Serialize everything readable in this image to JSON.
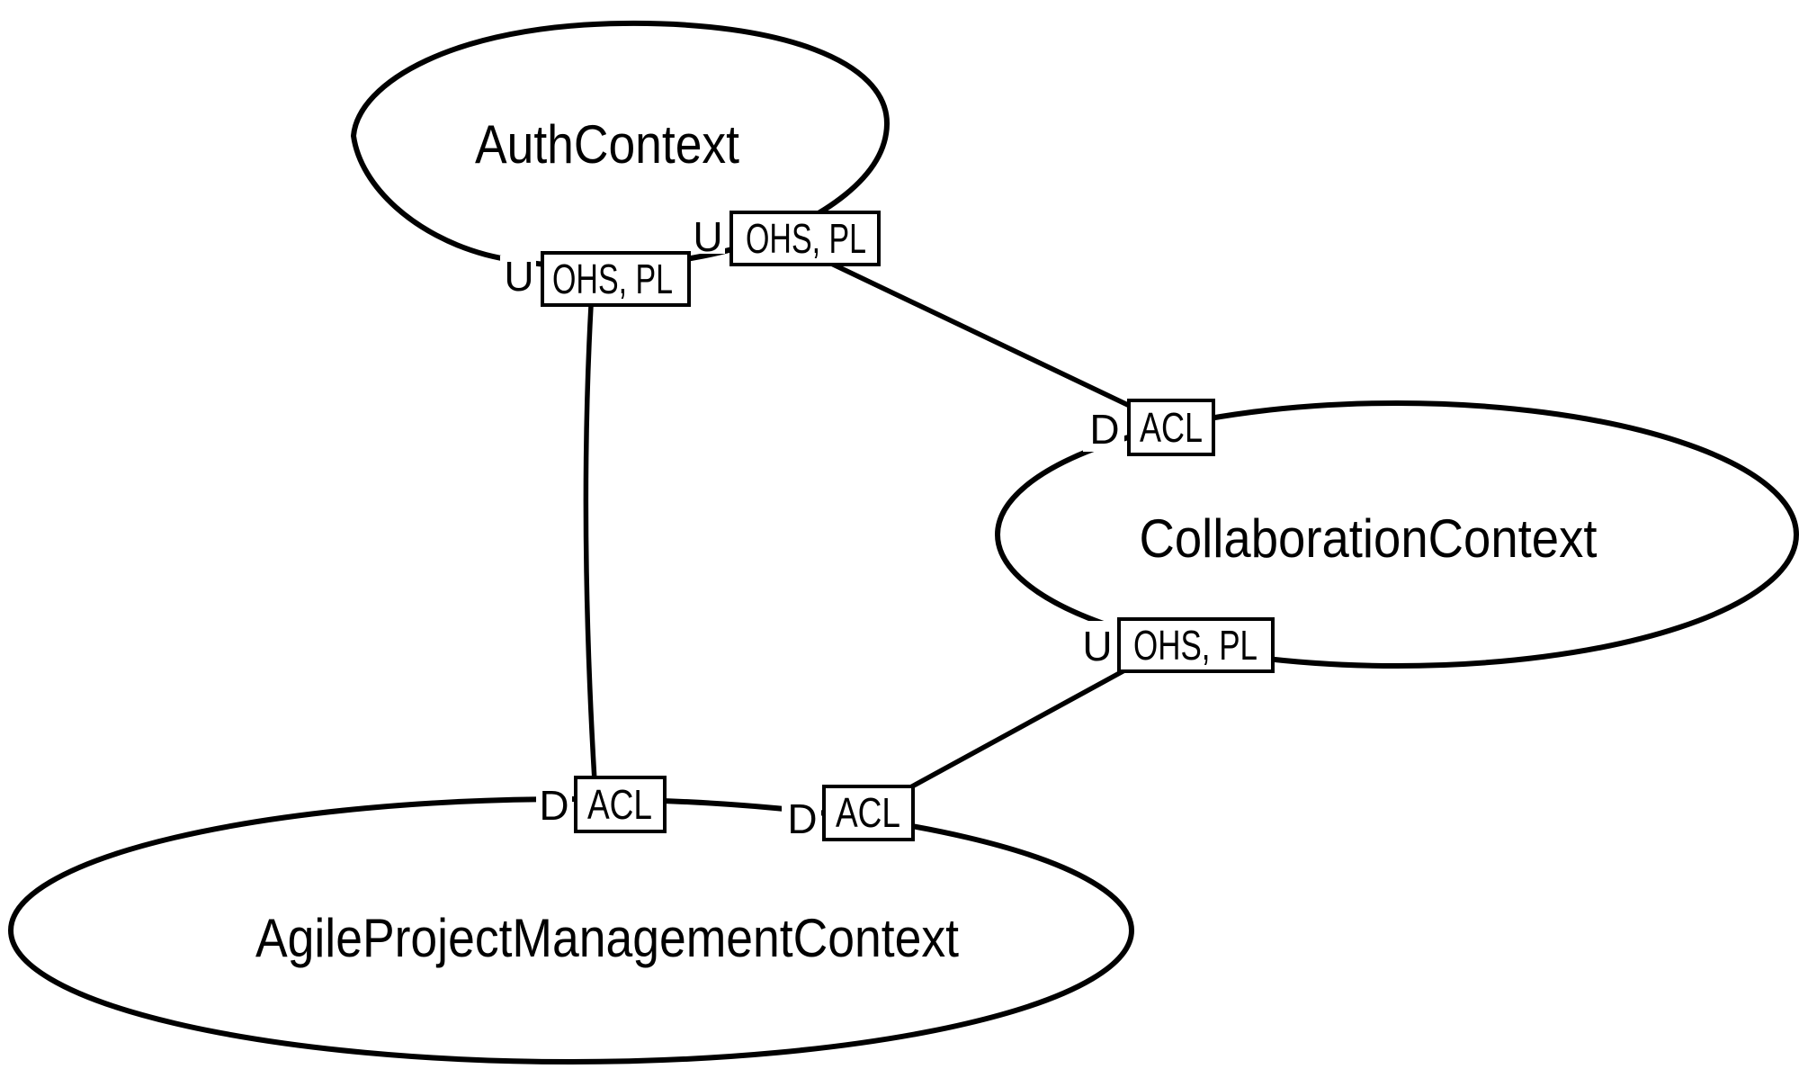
{
  "diagram": {
    "kind": "ddd-context-map",
    "colors": {
      "background": "#ffffff",
      "line": "#000000",
      "text": "#000000",
      "label_box_fill": "#ffffff"
    },
    "contexts": [
      {
        "name": "AuthContext"
      },
      {
        "name": "CollaborationContext"
      },
      {
        "name": "AgileProjectManagementContext"
      }
    ],
    "relationships": [
      {
        "upstream": "AuthContext",
        "downstream": "AgileProjectManagementContext",
        "upstream_marker": "U",
        "upstream_patterns": "OHS, PL",
        "downstream_marker": "D",
        "downstream_patterns": "ACL"
      },
      {
        "upstream": "AuthContext",
        "downstream": "CollaborationContext",
        "upstream_marker": "U",
        "upstream_patterns": "OHS, PL",
        "downstream_marker": "D",
        "downstream_patterns": "ACL"
      },
      {
        "upstream": "CollaborationContext",
        "downstream": "AgileProjectManagementContext",
        "upstream_marker": "U",
        "upstream_patterns": "OHS, PL",
        "downstream_marker": "D",
        "downstream_patterns": "ACL"
      }
    ]
  }
}
